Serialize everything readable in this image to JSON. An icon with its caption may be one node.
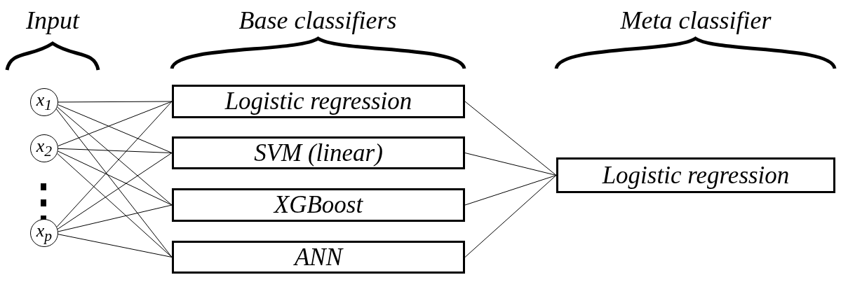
{
  "diagram": {
    "nodes": [
      {
        "text": [
          "x$_{1}$"
        ]
      },
      {
        "text": [
          "x$_{2}$"
        ]
      },
      {
        "text": [
          "x$_{p}$"
        ]
      },
      {
        "text": [
          "Logistic regression"
        ]
      },
      {
        "text": [
          "SVM (linear)"
        ]
      },
      {
        "text": [
          "XGBoost"
        ]
      },
      {
        "text": [
          "ANN"
        ]
      },
      {
        "text": [
          "Logistic regression"
        ]
      }
    ],
    "edges": [
      {
        "from": 0,
        "to": 3,
        "arrow": "none"
      },
      {
        "from": 0,
        "to": 4,
        "arrow": "none"
      },
      {
        "from": 0,
        "to": 5,
        "arrow": "none"
      },
      {
        "from": 0,
        "to": 6,
        "arrow": "none"
      },
      {
        "from": 1,
        "to": 3,
        "arrow": "none"
      },
      {
        "from": 1,
        "to": 4,
        "arrow": "none"
      },
      {
        "from": 1,
        "to": 5,
        "arrow": "none"
      },
      {
        "from": 1,
        "to": 6,
        "arrow": "none"
      },
      {
        "from": 2,
        "to": 3,
        "arrow": "none"
      },
      {
        "from": 2,
        "to": 4,
        "arrow": "none"
      },
      {
        "from": 2,
        "to": 5,
        "arrow": "none"
      },
      {
        "from": 2,
        "to": 6,
        "arrow": "none"
      },
      {
        "from": 3,
        "to": 7,
        "arrow": "none"
      },
      {
        "from": 4,
        "to": 7,
        "arrow": "none"
      },
      {
        "from": 5,
        "to": 7,
        "arrow": "none"
      },
      {
        "from": 6,
        "to": 7,
        "arrow": "none"
      }
    ],
    "labels": [
      "Input",
      "Base classifiers",
      "Meta classifier"
    ]
  }
}
